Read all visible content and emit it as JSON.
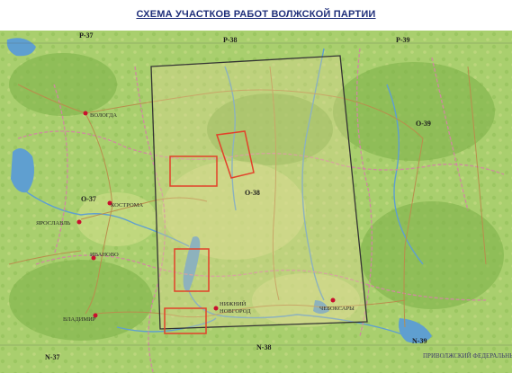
{
  "title": "СХЕМА УЧАСТКОВ РАБОТ ВОЛЖСКОЙ ПАРТИИ",
  "sheets": {
    "p37": "P-37",
    "p38": "P-38",
    "p39": "P-39",
    "o37": "O-37",
    "o38": "O-38",
    "o39": "O-39",
    "n37": "N-37",
    "n38": "N-38",
    "n39": "N-39"
  },
  "cities": {
    "vologda": "ВОЛОГДА",
    "kostroma": "КОСТРОМА",
    "yaroslavl": "ЯРОСЛАВЛЬ",
    "ivanovo": "ИВАНОВО",
    "vladimir": "ВЛАДИМИР",
    "nizhny": "НИЖНИЙ НОВГОРОД",
    "cheboksary": "ЧЕБОКСАРЫ",
    "district": "ПРИВОЛЖСКИЙ ФЕДЕРАЛЬНЫЙ"
  },
  "colors": {
    "land": "#a9cf6e",
    "forest": "#7fb24a",
    "water": "#5f9fd0",
    "road": "#b98e4d",
    "border": "#d08aa0",
    "frame": "#333333",
    "survey_area": "#e2412a",
    "label_dark": "#1d1d1d",
    "city_dot": "#c8102e"
  }
}
